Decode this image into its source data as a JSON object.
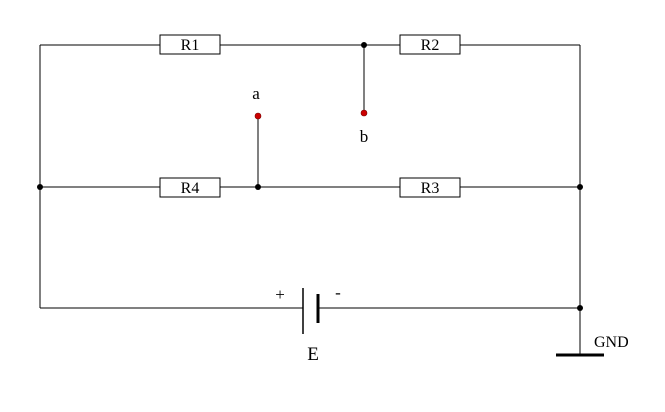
{
  "resistors": {
    "r1": "R1",
    "r2": "R2",
    "r3": "R3",
    "r4": "R4"
  },
  "terminals": {
    "a": "a",
    "b": "b"
  },
  "battery": {
    "label": "E",
    "plus": "+",
    "minus": "-"
  },
  "ground": {
    "label": "GND"
  },
  "colors": {
    "wire": "#000000",
    "terminal": "#cc0000"
  }
}
